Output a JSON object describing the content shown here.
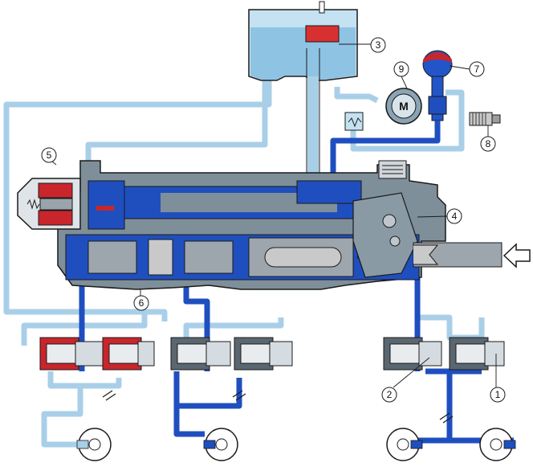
{
  "colors": {
    "dark_fluid": "#1f4fbf",
    "light_fluid": "#a9cfe8",
    "housing": "#7e8f99",
    "metal": "#c9c9c9",
    "red_part": "#c8262c",
    "outline": "#1a1a1a",
    "background": "#ffffff"
  },
  "icons": {
    "input_arrow": "hollow-left-arrow",
    "motor": "circle-with-M",
    "wheel": "disc-brake-rotor"
  },
  "callouts": [
    {
      "id": "c1",
      "label": "1"
    },
    {
      "id": "c2",
      "label": "2"
    },
    {
      "id": "c3",
      "label": "3"
    },
    {
      "id": "c4",
      "label": "4"
    },
    {
      "id": "c5",
      "label": "5"
    },
    {
      "id": "c6",
      "label": "6"
    },
    {
      "id": "c7",
      "label": "7"
    },
    {
      "id": "c8",
      "label": "8"
    },
    {
      "id": "c9",
      "label": "9"
    }
  ],
  "motor_letter": "M"
}
